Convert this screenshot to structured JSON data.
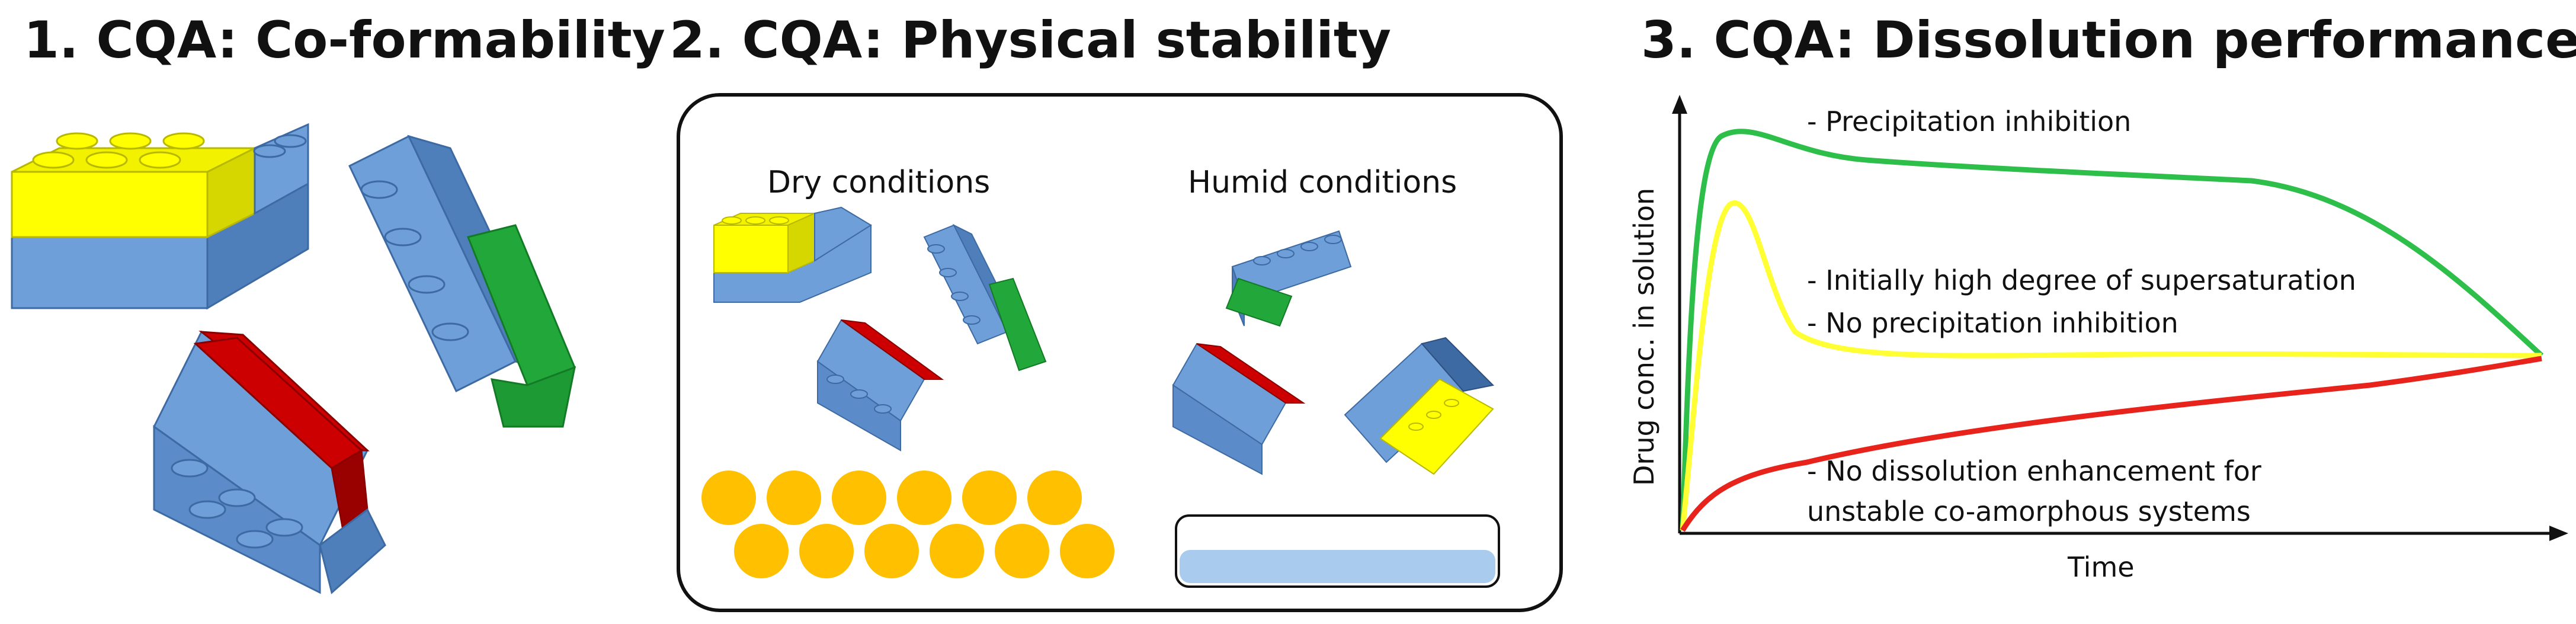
{
  "panels": {
    "p1_title": "1. CQA: Co-formability",
    "p2_title": "2. CQA: Physical stability",
    "p3_title": "3. CQA: Dissolution performance"
  },
  "stability": {
    "dry_label": "Dry conditions",
    "humid_label": "Humid conditions"
  },
  "dissolution": {
    "y_axis_label": "Drug conc. in solution",
    "x_axis_label": "Time",
    "annotations": {
      "green": "- Precipitation inhibition",
      "yellow_1": "- Initially high degree of supersaturation",
      "yellow_2": "- No precipitation inhibition",
      "red_1": "- No dissolution enhancement for",
      "red_2": "unstable co-amorphous systems"
    }
  },
  "colors": {
    "brick_blue": "#6f9fd8",
    "brick_yellow": "#ffff00",
    "brick_red": "#cc0000",
    "brick_green": "#22a83a",
    "circle_orange": "#ffc000",
    "water_blue": "#a8cbee",
    "curve_green": "#2dbf4a",
    "curve_yellow": "#ffff33",
    "curve_red": "#e8231b"
  }
}
